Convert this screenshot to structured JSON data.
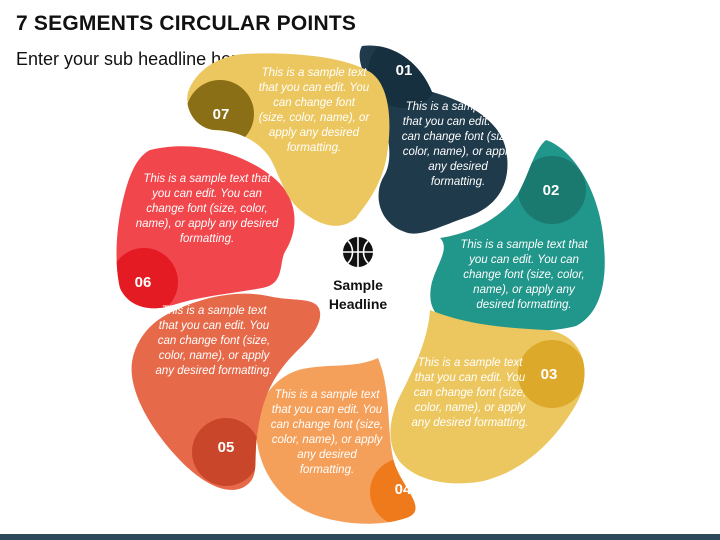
{
  "header": {
    "title": "7 SEGMENTS CIRCULAR POINTS",
    "subtitle": "Enter your sub headline here"
  },
  "center": {
    "icon": "basketball-icon",
    "headline": "Sample Headline"
  },
  "segments": [
    {
      "number": "01",
      "color": "#1f3a4b",
      "badge_color": "#17303f",
      "text": "This is a sample text that you can edit. You can change font (size, color, name), or apply any desired formatting."
    },
    {
      "number": "02",
      "color": "#21968a",
      "badge_color": "#1a7a70",
      "text": "This is a sample text that you can edit. You can change font (size, color, name), or apply any desired formatting."
    },
    {
      "number": "03",
      "color": "#ecc760",
      "badge_color": "#dca92a",
      "text": "This is a sample text that you can edit. You can change font (size, color, name), or apply any desired formatting."
    },
    {
      "number": "04",
      "color": "#f5a05a",
      "badge_color": "#ee7a1c",
      "text": "This is a sample text that you can edit. You can change font (size, color, name), or apply any desired formatting."
    },
    {
      "number": "05",
      "color": "#e66a4a",
      "badge_color": "#c9462a",
      "text": "This is a sample text that you can edit. You can change font (size, color, name), or apply any desired formatting."
    },
    {
      "number": "06",
      "color": "#f0464c",
      "badge_color": "#e41b22",
      "text": "This is a sample text that you can edit. You can change font (size, color, name), or apply any desired formatting."
    },
    {
      "number": "07",
      "color": "#ecc760",
      "badge_color": "#8a6f16",
      "text": "This is a sample text that you can edit. You can change font (size, color, name), or apply any desired formatting."
    }
  ]
}
